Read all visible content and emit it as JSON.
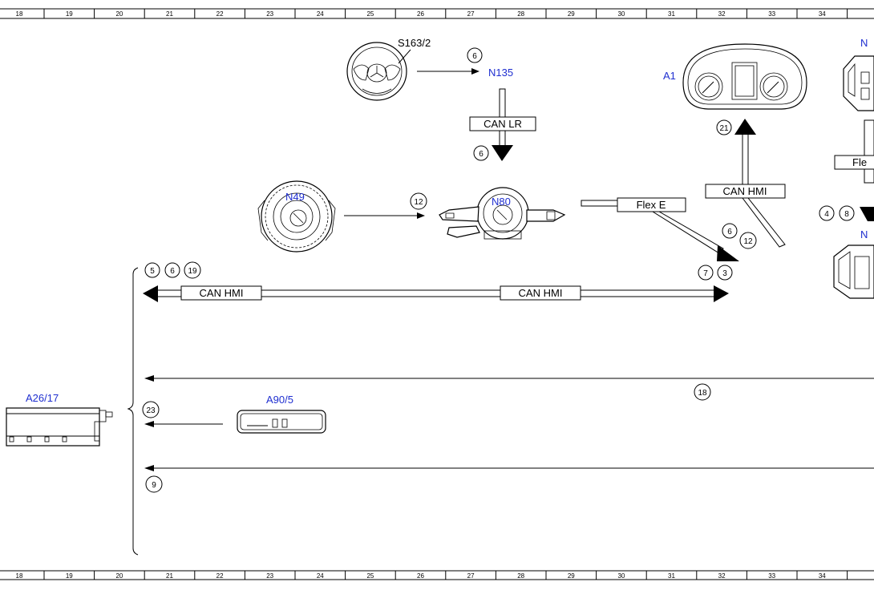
{
  "ruler": {
    "numbers": [
      "18",
      "19",
      "20",
      "21",
      "22",
      "23",
      "24",
      "25",
      "26",
      "27",
      "28",
      "29",
      "30",
      "31",
      "32",
      "33",
      "34"
    ]
  },
  "components": {
    "s163_2": "S163/2",
    "n135": "N135",
    "a1": "A1",
    "n49": "N49",
    "n80": "N80",
    "a26_17": "A26/17",
    "a90_5": "A90/5",
    "n_right_top": "N",
    "n_right_mid": "N"
  },
  "bus_labels": {
    "can_lr": "CAN LR",
    "can_hmi_a1": "CAN HMI",
    "flex_e": "Flex E",
    "flex_right": "Fle",
    "can_hmi_left": "CAN HMI",
    "can_hmi_mid": "CAN HMI"
  },
  "refs": {
    "r6_s163": "6",
    "r6_canlr": "6",
    "r21": "21",
    "r4": "4",
    "r8": "8",
    "r12_n49": "12",
    "r6_flex": "6",
    "r12_flex": "12",
    "r7": "7",
    "r3": "3",
    "r5": "5",
    "r6_left": "6",
    "r19": "19",
    "r18": "18",
    "r23": "23",
    "r9": "9"
  }
}
